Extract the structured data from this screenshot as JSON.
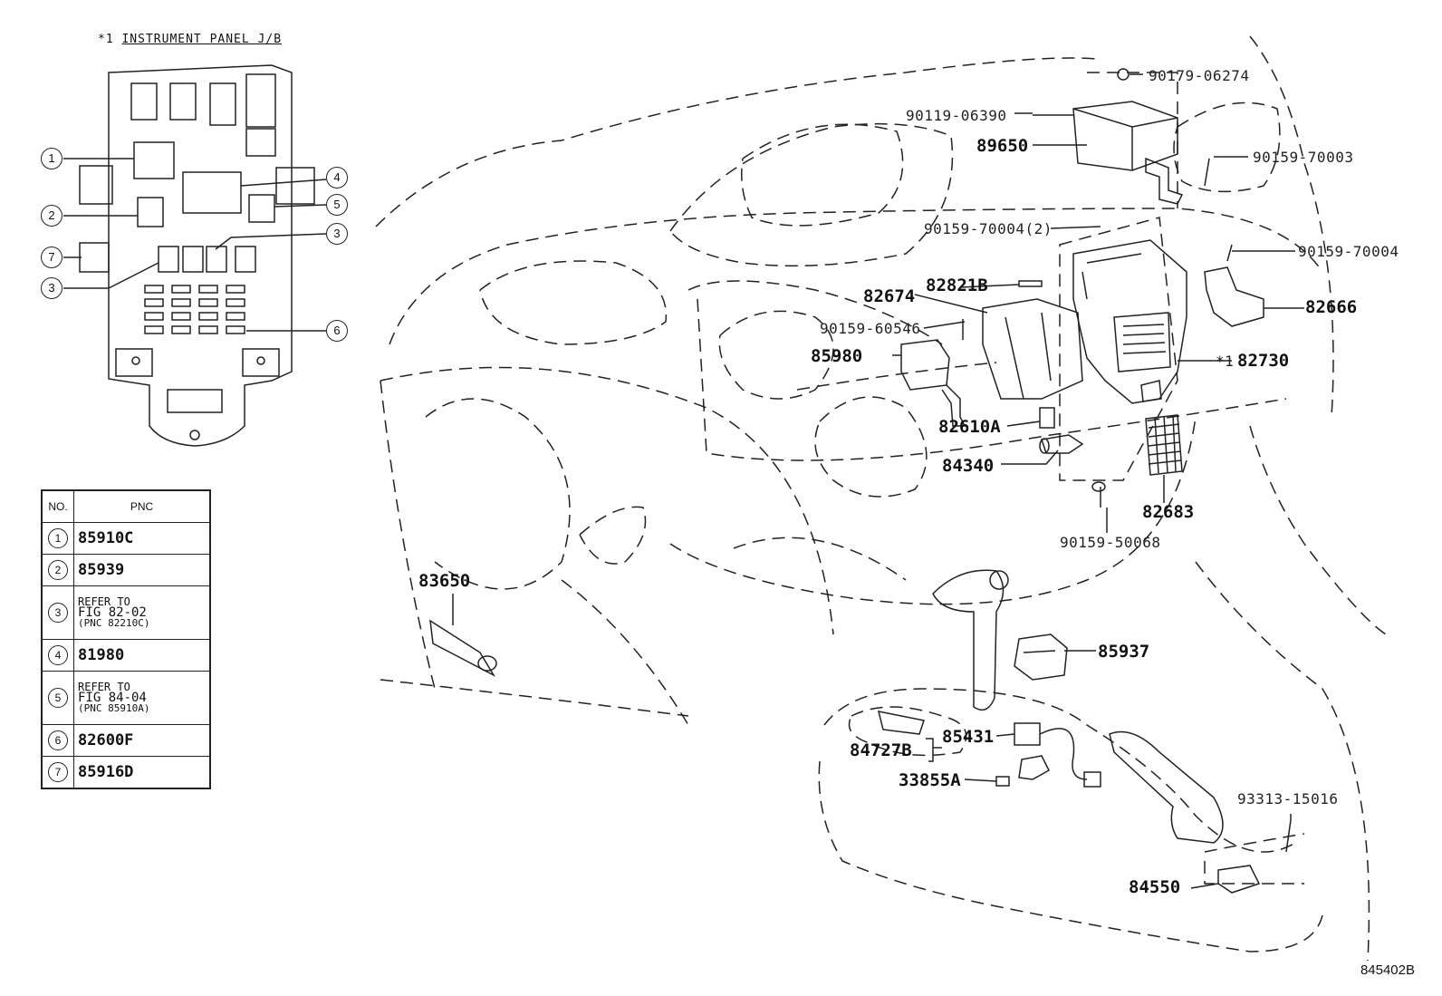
{
  "diagram": {
    "title_prefix": "*1",
    "title": "INSTRUMENT PANEL J/B",
    "code": "845402B",
    "callouts": [
      "1",
      "2",
      "7",
      "3",
      "4",
      "5",
      "3",
      "6"
    ],
    "table": {
      "headers": [
        "NO.",
        "PNC"
      ],
      "rows": [
        {
          "no": "1",
          "pnc": "85910C"
        },
        {
          "no": "2",
          "pnc": "85939"
        },
        {
          "no": "3",
          "line1": "REFER TO",
          "line2": "FIG 82-02",
          "line3": "(PNC 82210C)"
        },
        {
          "no": "4",
          "pnc": "81980"
        },
        {
          "no": "5",
          "line1": "REFER TO",
          "line2": "FIG 84-04",
          "line3": "(PNC 85910A)"
        },
        {
          "no": "6",
          "pnc": "82600F"
        },
        {
          "no": "7",
          "pnc": "85916D"
        }
      ]
    },
    "parts": {
      "p90179": "90179-06274",
      "p90119": "90119-06390",
      "p89650": "89650",
      "p90159_70003": "90159-70003",
      "p90159_70004_2": "90159-70004(2)",
      "p90159_70004": "90159-70004",
      "p82821B": "82821B",
      "p82674": "82674",
      "p82666": "82666",
      "p90159_60546": "90159-60546",
      "p85980": "85980",
      "p82730_prefix": "*1",
      "p82730": "82730",
      "p82610A": "82610A",
      "p84340": "84340",
      "p82683": "82683",
      "p90159_50068": "90159-50068",
      "p83650": "83650",
      "p85937": "85937",
      "p85431": "85431",
      "p84727B": "84727B",
      "p33855A": "33855A",
      "p93313": "93313-15016",
      "p84550": "84550"
    }
  }
}
